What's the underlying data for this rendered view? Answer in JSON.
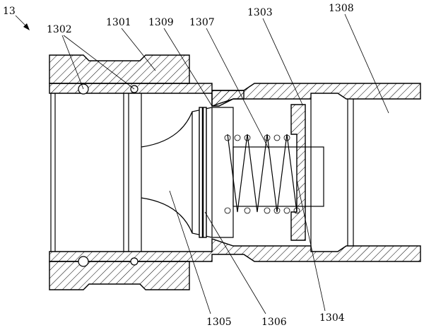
{
  "figure": {
    "assembly_label": "13",
    "labels": {
      "l1302": "1302",
      "l1301": "1301",
      "l1309": "1309",
      "l1307": "1307",
      "l1303": "1303",
      "l1308": "1308",
      "l1305": "1305",
      "l1306": "1306",
      "l1304": "1304"
    }
  }
}
